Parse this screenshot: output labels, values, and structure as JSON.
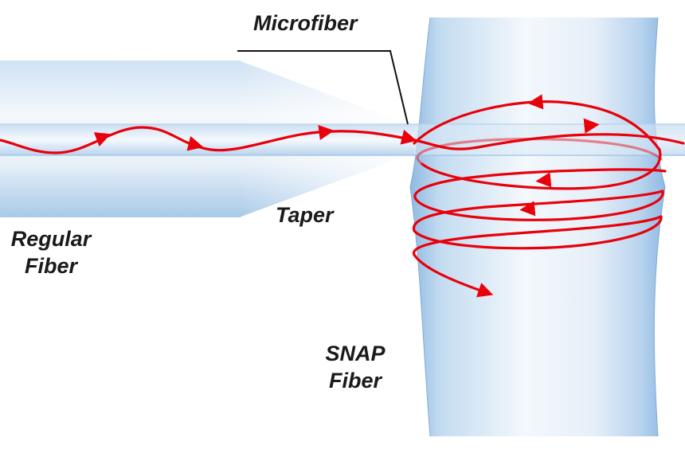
{
  "labels": {
    "microfiber": "Microfiber",
    "taper": "Taper",
    "regular_fiber_line1": "Regular",
    "regular_fiber_line2": "Fiber",
    "snap_fiber_line1": "SNAP",
    "snap_fiber_line2": "Fiber"
  },
  "colors": {
    "light_ray": "#e8000a",
    "fiber_blue": "#a9cbea",
    "fiber_edge": "#8db6de",
    "leader_line": "#111111",
    "text": "#1a1a1a"
  }
}
